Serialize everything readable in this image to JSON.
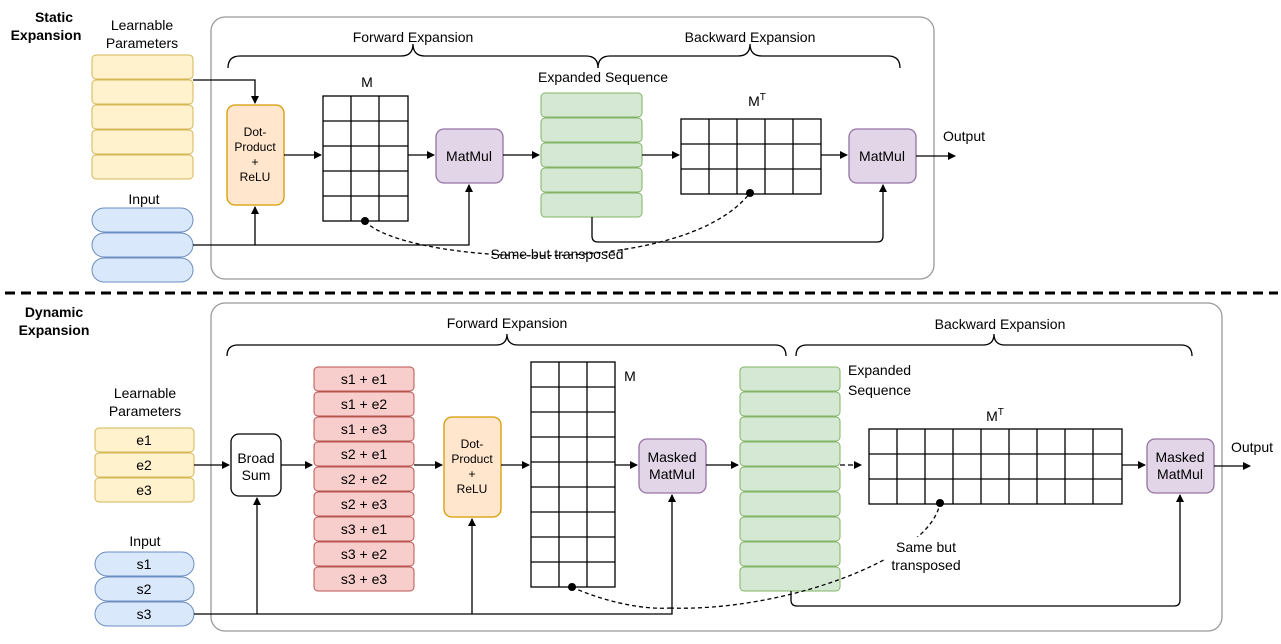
{
  "static": {
    "section_label": [
      "Static",
      "Expansion"
    ],
    "learnable_label": [
      "Learnable",
      "Parameters"
    ],
    "input_label": "Input",
    "forward_expansion": "Forward Expansion",
    "backward_expansion": "Backward Expansion",
    "m_label": "M",
    "mt_label": "M",
    "mt_sup": "T",
    "expanded_sequence": "Expanded Sequence",
    "dot_product": [
      "Dot-",
      "Product",
      "+",
      "ReLU"
    ],
    "matmul_1": "MatMul",
    "matmul_2": "MatMul",
    "output": "Output",
    "same_but_transposed": "Same but transposed"
  },
  "dynamic": {
    "section_label": [
      "Dynamic",
      "Expansion"
    ],
    "learnable_label": [
      "Learnable",
      "Parameters"
    ],
    "params": [
      "e1",
      "e2",
      "e3"
    ],
    "input_label": "Input",
    "inputs": [
      "s1",
      "s2",
      "s3"
    ],
    "broad_sum": [
      "Broad",
      "Sum"
    ],
    "sums": [
      "s1 + e1",
      "s1 + e2",
      "s1 + e3",
      "s2 + e1",
      "s2 + e2",
      "s2 + e3",
      "s3 + e1",
      "s3 + e2",
      "s3 + e3"
    ],
    "dot_product": [
      "Dot-",
      "Product",
      "+",
      "ReLU"
    ],
    "forward_expansion": "Forward Expansion",
    "backward_expansion": "Backward Expansion",
    "m_label": "M",
    "mt_label": "M",
    "mt_sup": "T",
    "expanded_sequence": [
      "Expanded",
      "Sequence"
    ],
    "masked_matmul_1": [
      "Masked",
      "MatMul"
    ],
    "masked_matmul_2": [
      "Masked",
      "MatMul"
    ],
    "output": "Output",
    "same_but_transposed": [
      "Same but",
      "transposed"
    ]
  },
  "colors": {
    "yellow_fill": "#fff2cc",
    "yellow_stroke": "#d6b656",
    "blue_fill": "#dae8fc",
    "blue_stroke": "#6c8ebf",
    "green_fill": "#d5e8d4",
    "green_stroke": "#82b366",
    "orange_fill": "#ffe6cc",
    "orange_stroke": "#d79b00",
    "purple_fill": "#e1d5e7",
    "purple_stroke": "#9673a6",
    "red_fill": "#f8cecc",
    "red_stroke": "#b85450"
  }
}
